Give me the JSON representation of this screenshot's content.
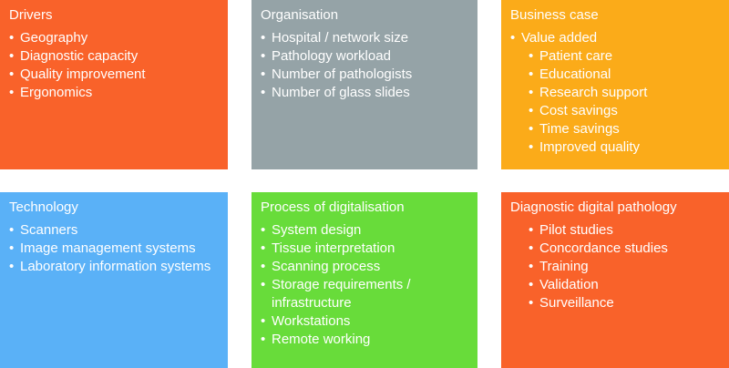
{
  "colors": {
    "drivers": "#f9622a",
    "organisation": "#95a3a7",
    "business_case": "#fbab19",
    "technology": "#5ab1f7",
    "process": "#68dc3a",
    "diagnostic": "#f9622a"
  },
  "boxes": [
    {
      "id": "drivers",
      "title": "Drivers",
      "items": [
        {
          "text": "Geography",
          "level": 1
        },
        {
          "text": "Diagnostic capacity",
          "level": 1
        },
        {
          "text": "Quality improvement",
          "level": 1
        },
        {
          "text": "Ergonomics",
          "level": 1
        }
      ]
    },
    {
      "id": "organisation",
      "title": "Organisation",
      "items": [
        {
          "text": "Hospital / network size",
          "level": 1
        },
        {
          "text": "Pathology workload",
          "level": 1
        },
        {
          "text": "Number of pathologists",
          "level": 1
        },
        {
          "text": "Number of glass slides",
          "level": 1
        }
      ]
    },
    {
      "id": "business_case",
      "title": "Business case",
      "items": [
        {
          "text": "Value added",
          "level": 1
        },
        {
          "text": "Patient care",
          "level": 2
        },
        {
          "text": "Educational",
          "level": 2
        },
        {
          "text": "Research support",
          "level": 2
        },
        {
          "text": "Cost savings",
          "level": 2
        },
        {
          "text": "Time savings",
          "level": 2
        },
        {
          "text": "Improved quality",
          "level": 2
        }
      ]
    },
    {
      "id": "technology",
      "title": "Technology",
      "items": [
        {
          "text": "Scanners",
          "level": 1
        },
        {
          "text": "Image management systems",
          "level": 1
        },
        {
          "text": "Laboratory information systems",
          "level": 1
        }
      ]
    },
    {
      "id": "process",
      "title": "Process of digitalisation",
      "items": [
        {
          "text": "System design",
          "level": 1
        },
        {
          "text": "Tissue interpretation",
          "level": 1
        },
        {
          "text": "Scanning process",
          "level": 1
        },
        {
          "text": "Storage requirements / infrastructure",
          "level": 1
        },
        {
          "text": "Workstations",
          "level": 1
        },
        {
          "text": "Remote working",
          "level": 1
        }
      ]
    },
    {
      "id": "diagnostic",
      "title": "Diagnostic digital pathology",
      "items": [
        {
          "text": "Pilot studies",
          "level": 2
        },
        {
          "text": "Concordance studies",
          "level": 2
        },
        {
          "text": "Training",
          "level": 2
        },
        {
          "text": "Validation",
          "level": 2
        },
        {
          "text": "Surveillance",
          "level": 2
        }
      ]
    }
  ],
  "bullet_glyph": "•"
}
